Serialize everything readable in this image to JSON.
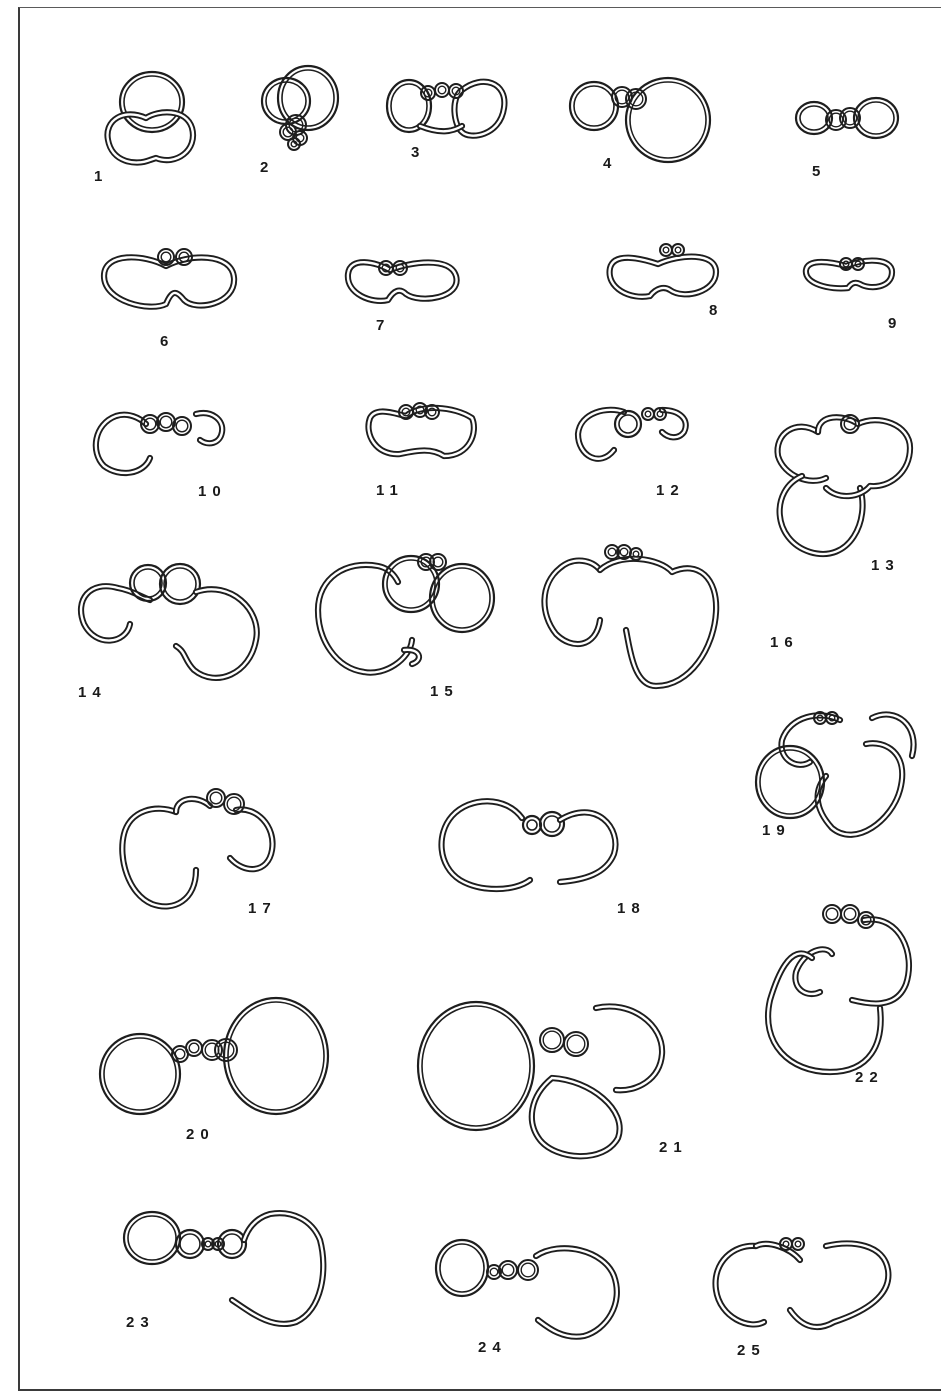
{
  "plate": {
    "ink_color": "#1e1e1e",
    "paper_color": "#ffffff",
    "figure_labels": [
      "1",
      "2",
      "3",
      "4",
      "5",
      "6",
      "7",
      "8",
      "9",
      "10",
      "11",
      "12",
      "13",
      "14",
      "15",
      "16",
      "17",
      "18",
      "19",
      "20",
      "21",
      "22",
      "23",
      "24",
      "25"
    ]
  }
}
